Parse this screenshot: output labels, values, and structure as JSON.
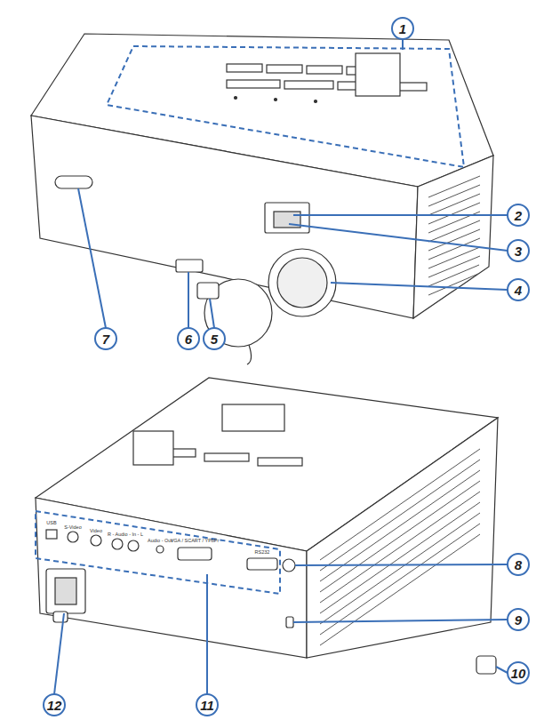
{
  "diagram": {
    "labels": [
      "1",
      "2",
      "3",
      "4",
      "5",
      "6",
      "7",
      "8",
      "9",
      "10",
      "11",
      "12",
      "USB",
      "S-Video",
      "Video",
      "R - Audio - In - L",
      "Audio - Out",
      "VGA / SCART / YPbPr",
      "RS232"
    ]
  }
}
